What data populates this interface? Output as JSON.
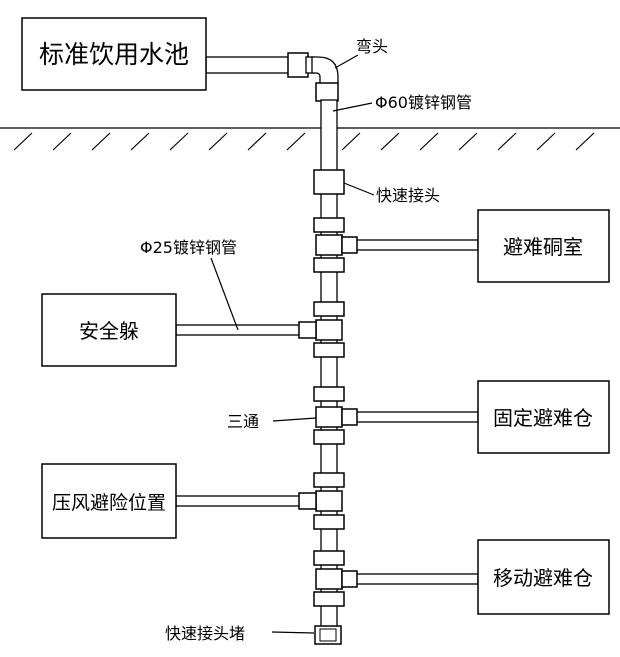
{
  "boxes": {
    "pool": "标准饮用水池",
    "chamber": "避难硐室",
    "anquanduo": "安全躲",
    "fixed_refuge": "固定避难仓",
    "compressed_air": "压风避险位置",
    "mobile_refuge": "移动避难仓"
  },
  "labels": {
    "elbow": "弯头",
    "pipe60": "Φ60镀锌钢管",
    "quick_joint": "快速接头",
    "pipe25": "Φ25镀锌钢管",
    "tee": "三通",
    "plug": "快速接头堵"
  }
}
